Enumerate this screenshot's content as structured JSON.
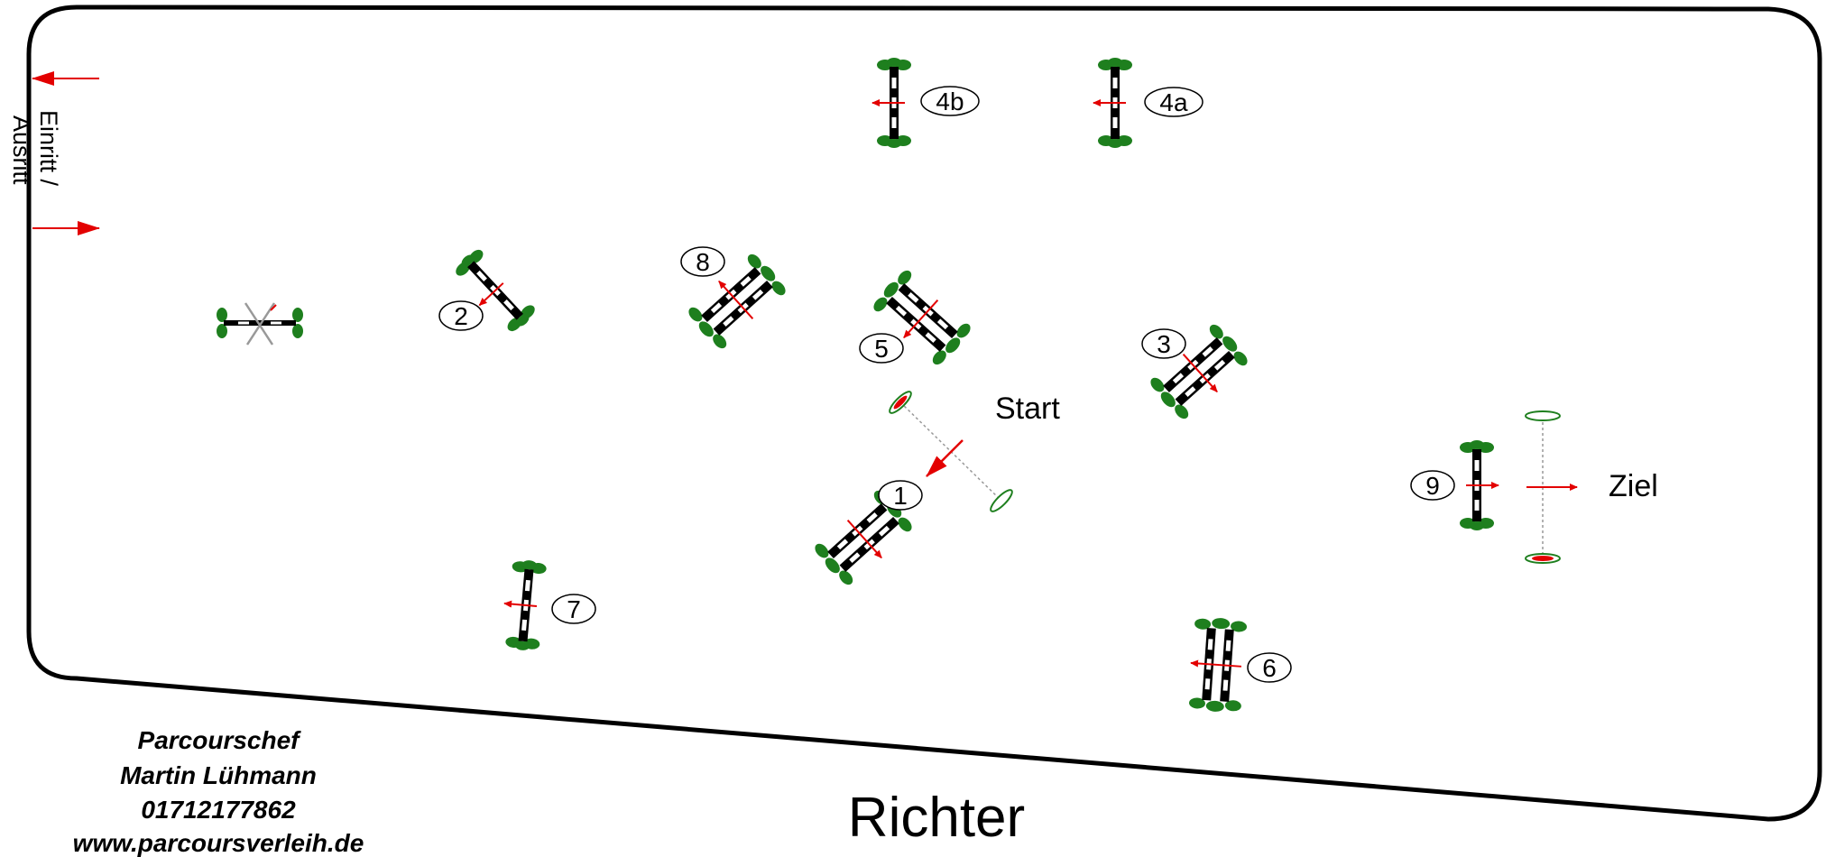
{
  "entry_label": [
    "Einritt /",
    "Ausritt"
  ],
  "start_label": "Start",
  "finish_label": "Ziel",
  "judge_label": "Richter",
  "obstacle_numbers": {
    "o1": "1",
    "o2": "2",
    "o3": "3",
    "o4a": "4a",
    "o4b": "4b",
    "o5": "5",
    "o6": "6",
    "o7": "7",
    "o8": "8",
    "o9": "9"
  },
  "credits": [
    "Parcourschef",
    "Martin Lühmann",
    "01712177862",
    "www.parcoursverleih.de"
  ],
  "colors": {
    "fence_green": "#1e7f1e",
    "direction_red": "#e30000",
    "pole": "#000000"
  }
}
